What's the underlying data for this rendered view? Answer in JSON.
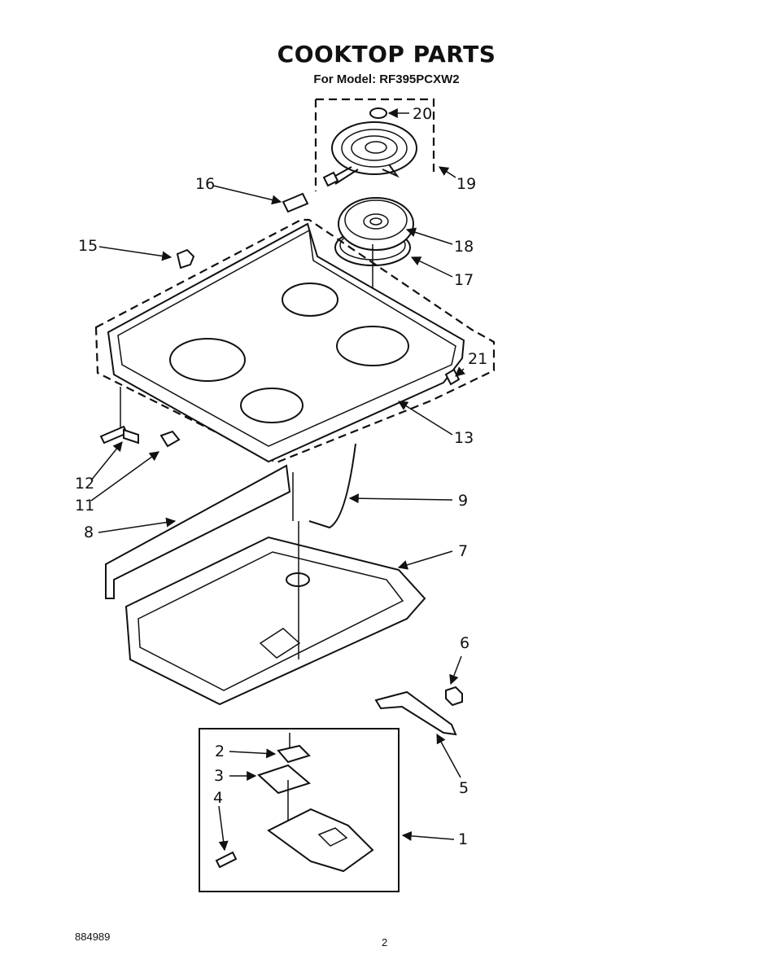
{
  "title": "COOKTOP PARTS",
  "subtitle": "For Model: RF395PCXW2",
  "footer": {
    "doc_number": "884989",
    "page_number": "2"
  },
  "callouts": {
    "c1": "1",
    "c2": "2",
    "c3": "3",
    "c4": "4",
    "c5": "5",
    "c6": "6",
    "c7": "7",
    "c8": "8",
    "c9": "9",
    "c11": "11",
    "c12": "12",
    "c13": "13",
    "c15": "15",
    "c16": "16",
    "c17": "17",
    "c18": "18",
    "c19": "19",
    "c20": "20",
    "c21": "21"
  }
}
